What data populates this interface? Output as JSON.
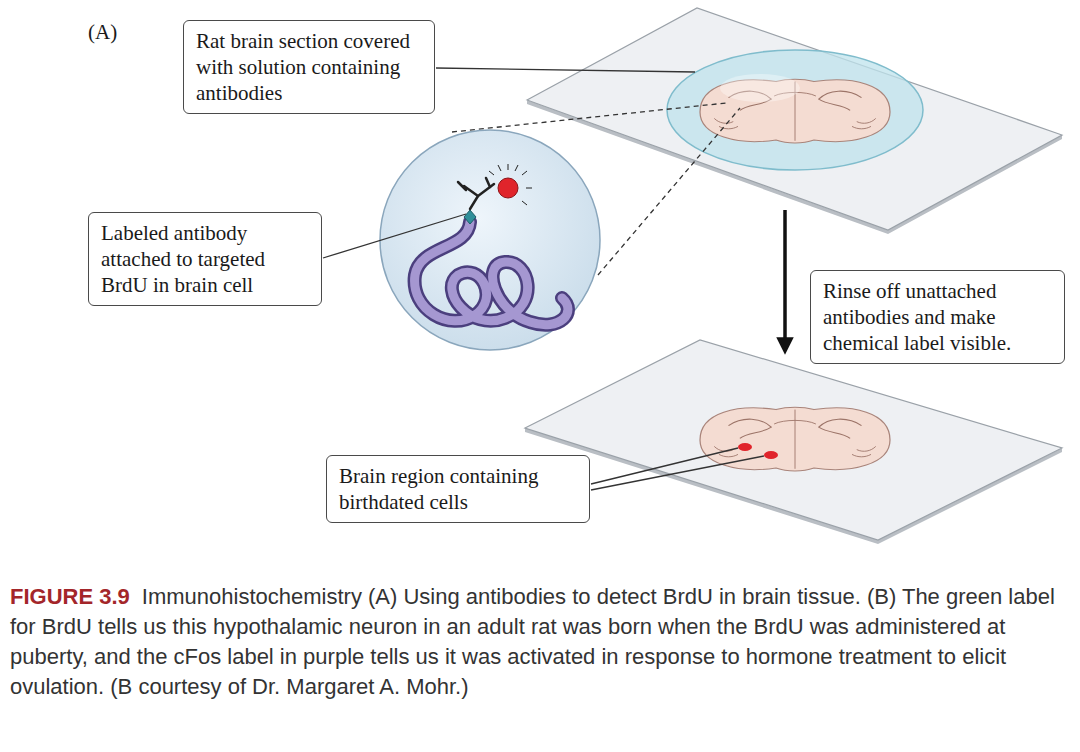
{
  "diagram": {
    "title": "FIGURE 3.9",
    "caption": "Immunohistochemistry (A) Using antibodies to detect BrdU in brain tissue. (B) The green label for BrdU tells us this hypothalamic neuron in an adult rat was born when the BrdU was administered at puberty, and the cFos label in purple tells us it was activated in response to hormone treatment to elicit ovulation. (B courtesy of Dr. Margaret A. Mohr.)",
    "nodes": [
      {
        "text": [
          "Rat brain section covered with solution containing antibodies"
        ]
      },
      {
        "text": [
          "Labeled antibody attached to targeted BrdU in brain cell"
        ]
      },
      {
        "text": [
          "Rinse off unattached antibodies and make chemical label visible."
        ]
      },
      {
        "text": [
          "Brain region containing birthdated cells"
        ]
      }
    ],
    "labels": [
      "(A)"
    ]
  }
}
